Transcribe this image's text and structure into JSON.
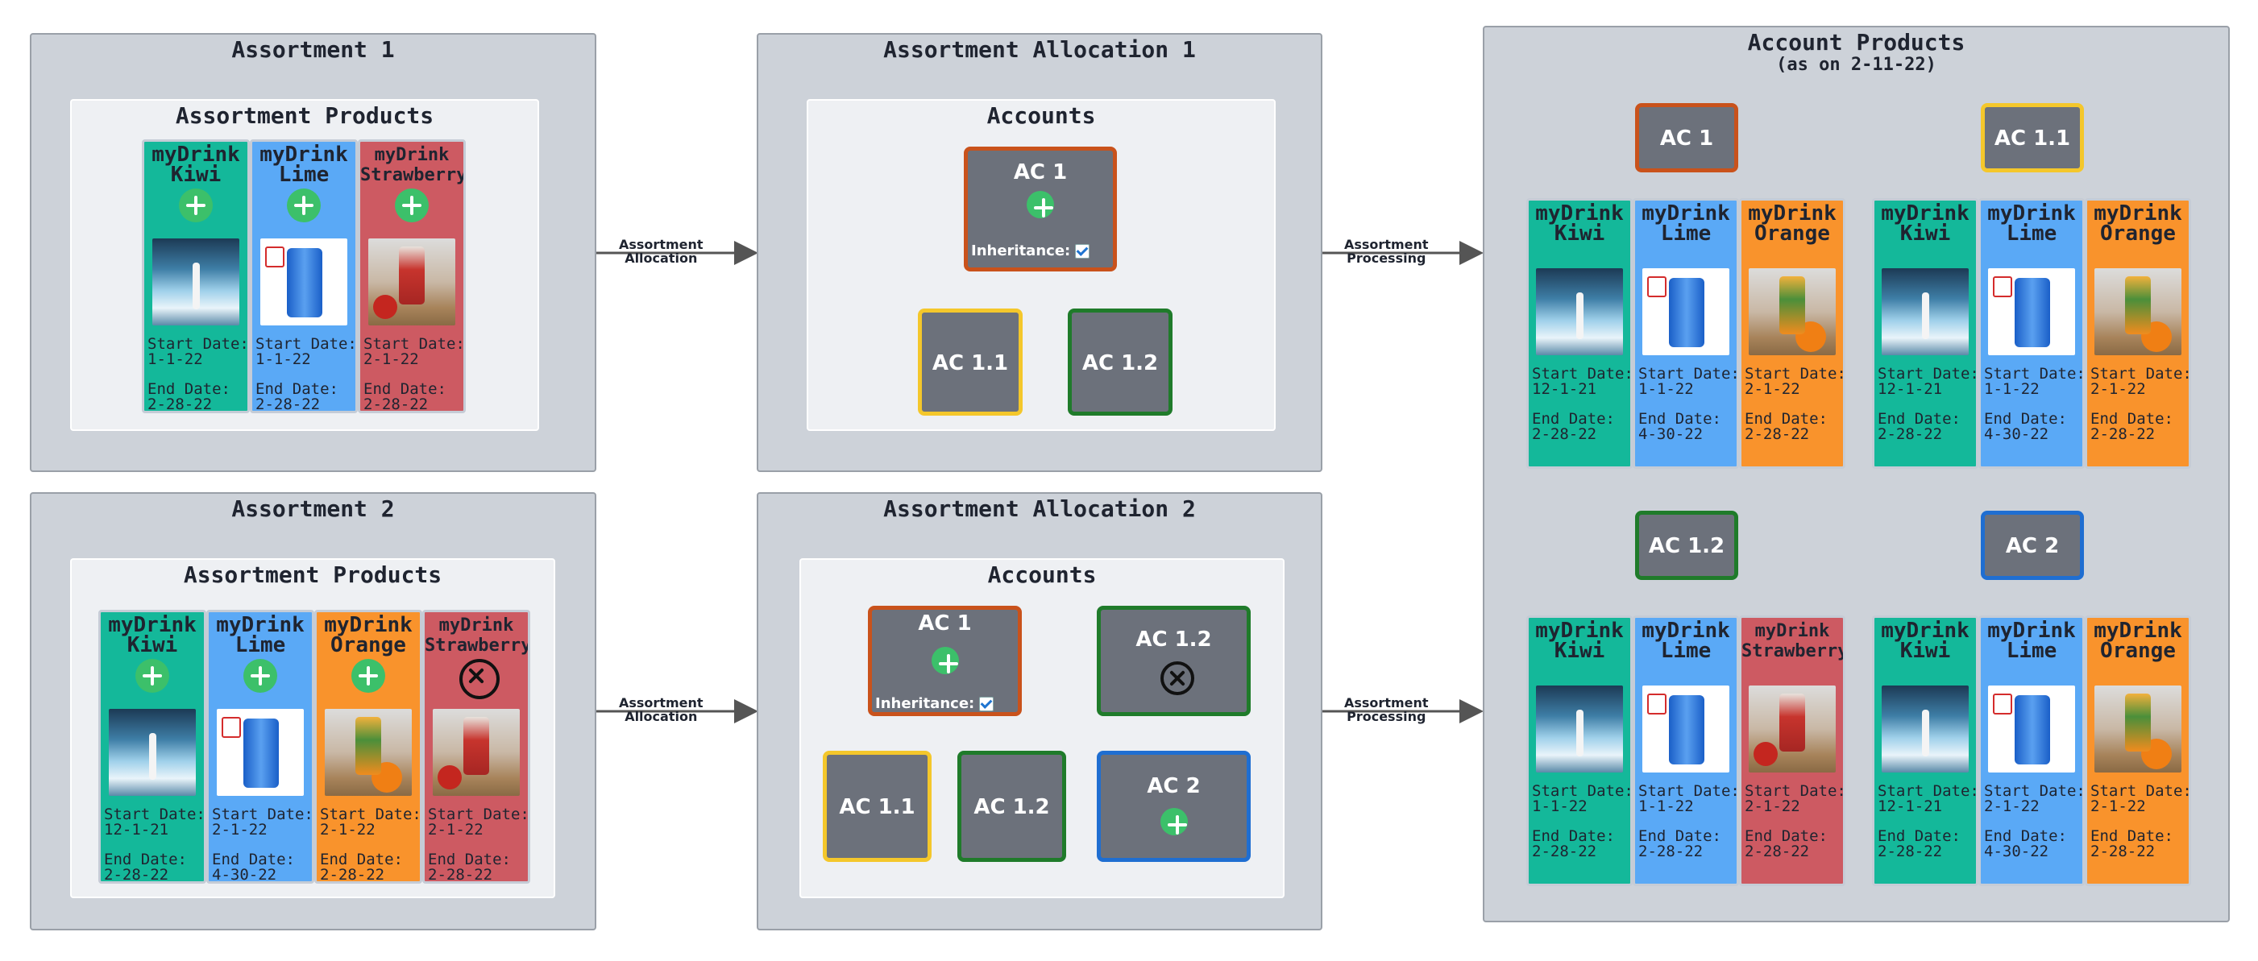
{
  "colors": {
    "kiwi": "#14b89a",
    "lime": "#5aa9f6",
    "orange": "#f9932c",
    "strawberry": "#cd5a62",
    "ac_orange_border": "#c9521b",
    "ac_yellow_border": "#f4c72b",
    "ac_green_border": "#1f7b2a",
    "ac_blue_border": "#1f6ed1"
  },
  "assortment1": {
    "title": "Assortment 1",
    "products_title": "Assortment Products",
    "cards": [
      {
        "name": "myDrink\nKiwi",
        "icon": "plus-icon",
        "start": "Start Date:\n1-1-22",
        "end": "End Date:\n2-28-22"
      },
      {
        "name": "myDrink\nLime",
        "icon": "plus-icon",
        "start": "Start Date:\n1-1-22",
        "end": "End Date:\n2-28-22"
      },
      {
        "name": "myDrink\nStrawberry",
        "icon": "plus-icon",
        "start": "Start Date:\n2-1-22",
        "end": "End Date:\n2-28-22"
      }
    ]
  },
  "assortment2": {
    "title": "Assortment 2",
    "products_title": "Assortment Products",
    "cards": [
      {
        "name": "myDrink\nKiwi",
        "icon": "plus-icon",
        "start": "Start Date:\n12-1-21",
        "end": "End Date:\n2-28-22"
      },
      {
        "name": "myDrink\nLime",
        "icon": "plus-icon",
        "start": "Start Date:\n2-1-22",
        "end": "End Date:\n4-30-22"
      },
      {
        "name": "myDrink\nOrange",
        "icon": "plus-icon",
        "start": "Start Date:\n2-1-22",
        "end": "End Date:\n2-28-22"
      },
      {
        "name": "myDrink\nStrawberry",
        "icon": "remove-icon",
        "start": "Start Date:\n2-1-22",
        "end": "End Date:\n2-28-22"
      }
    ]
  },
  "allocation1": {
    "title": "Assortment Allocation 1",
    "accounts_title": "Accounts",
    "ac1": "AC 1",
    "inheritance": "Inheritance:",
    "ac11": "AC 1.1",
    "ac12": "AC 1.2"
  },
  "allocation2": {
    "title": "Assortment Allocation 2",
    "accounts_title": "Accounts",
    "ac1": "AC 1",
    "inheritance": "Inheritance:",
    "ac11": "AC 1.1",
    "ac12": "AC 1.2",
    "ac12_right": "AC 1.2",
    "ac2": "AC 2"
  },
  "arrows": {
    "allocation": "Assortment\nAllocation",
    "processing": "Assortment\nProcessing"
  },
  "account_products": {
    "title": "Account Products",
    "subtitle": "(as on 2-11-22)",
    "groups": [
      {
        "account": "AC 1",
        "cards": [
          {
            "name": "myDrink\nKiwi",
            "start": "Start Date:\n12-1-21",
            "end": "End Date:\n2-28-22"
          },
          {
            "name": "myDrink\nLime",
            "start": "Start Date:\n1-1-22",
            "end": "End Date:\n4-30-22"
          },
          {
            "name": "myDrink\nOrange",
            "start": "Start Date:\n2-1-22",
            "end": "End Date:\n2-28-22"
          }
        ]
      },
      {
        "account": "AC 1.1",
        "cards": [
          {
            "name": "myDrink\nKiwi",
            "start": "Start Date:\n12-1-21",
            "end": "End Date:\n2-28-22"
          },
          {
            "name": "myDrink\nLime",
            "start": "Start Date:\n1-1-22",
            "end": "End Date:\n4-30-22"
          },
          {
            "name": "myDrink\nOrange",
            "start": "Start Date:\n2-1-22",
            "end": "End Date:\n2-28-22"
          }
        ]
      },
      {
        "account": "AC 1.2",
        "cards": [
          {
            "name": "myDrink\nKiwi",
            "start": "Start Date:\n1-1-22",
            "end": "End Date:\n2-28-22"
          },
          {
            "name": "myDrink\nLime",
            "start": "Start Date:\n1-1-22",
            "end": "End Date:\n2-28-22"
          },
          {
            "name": "myDrink\nStrawberry",
            "start": "Start Date:\n2-1-22",
            "end": "End Date:\n2-28-22"
          }
        ]
      },
      {
        "account": "AC 2",
        "cards": [
          {
            "name": "myDrink\nKiwi",
            "start": "Start Date:\n12-1-21",
            "end": "End Date:\n2-28-22"
          },
          {
            "name": "myDrink\nLime",
            "start": "Start Date:\n2-1-22",
            "end": "End Date:\n4-30-22"
          },
          {
            "name": "myDrink\nOrange",
            "start": "Start Date:\n2-1-22",
            "end": "End Date:\n2-28-22"
          }
        ]
      }
    ]
  }
}
